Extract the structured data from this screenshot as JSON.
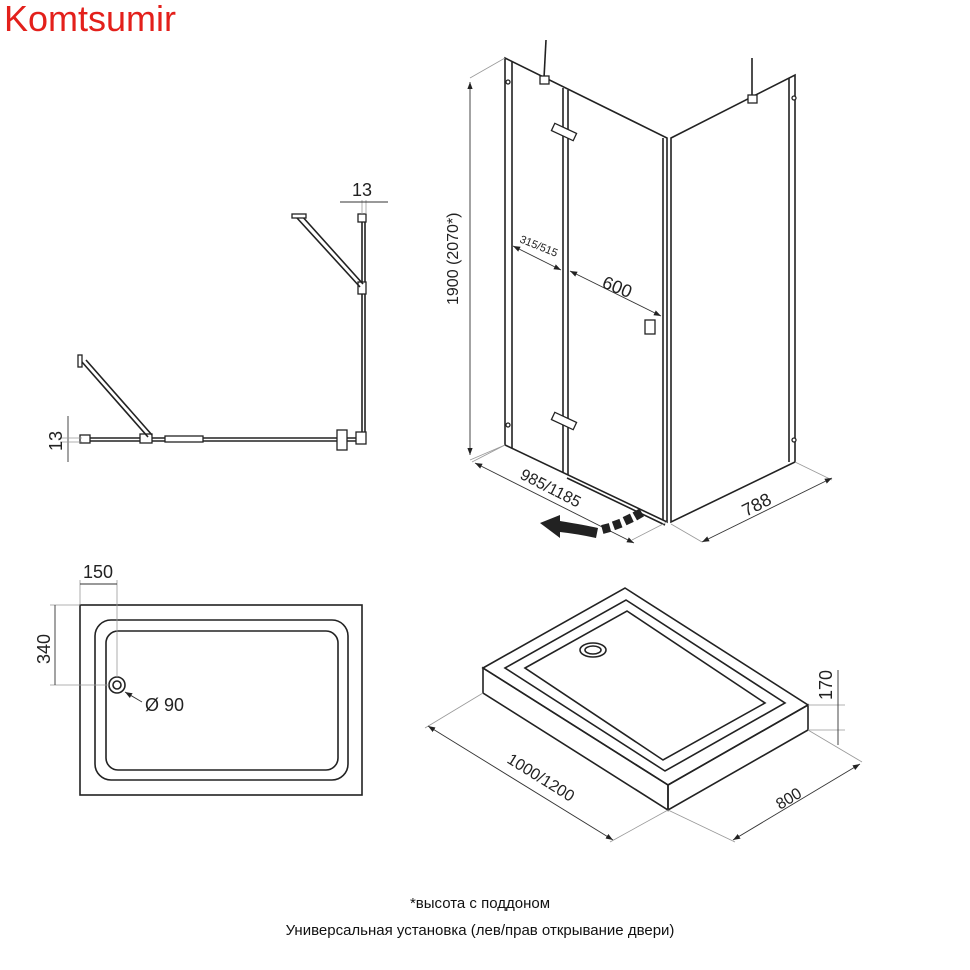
{
  "brand": {
    "logo_text": "Komtsumir",
    "color": "#e3201b"
  },
  "plan_view": {
    "dim_top": "13",
    "dim_left": "13"
  },
  "enclosure_view": {
    "height_label": "1900 (2070*)",
    "fixed_panel_label": "315/515",
    "door_label": "600",
    "width_label": "985/1185",
    "depth_label": "788"
  },
  "tray_plan": {
    "drain_offset_x": "150",
    "drain_offset_y": "340",
    "drain_diameter": "Ø 90"
  },
  "tray_iso": {
    "length_label": "1000/1200",
    "width_label": "800",
    "height_label": "170"
  },
  "footnotes": {
    "height_note": "*высота с поддоном",
    "install_note": "Универсальная установка (лев/прав открывание двери)"
  }
}
